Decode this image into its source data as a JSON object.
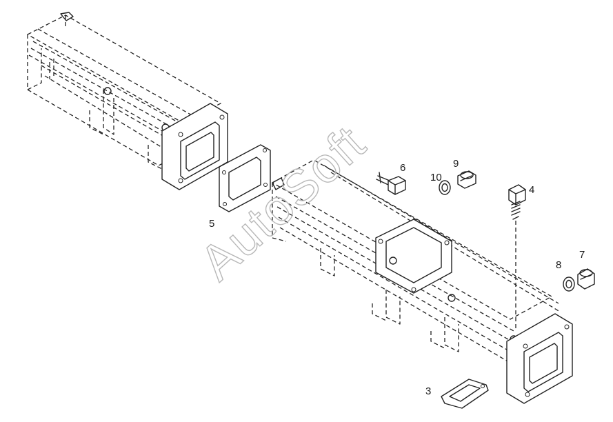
{
  "watermark": "AutoSoft",
  "callouts": [
    {
      "id": "callout-3",
      "text": "3"
    },
    {
      "id": "callout-4",
      "text": "4"
    },
    {
      "id": "callout-5",
      "text": "5"
    },
    {
      "id": "callout-6",
      "text": "6"
    },
    {
      "id": "callout-7",
      "text": "7"
    },
    {
      "id": "callout-8",
      "text": "8"
    },
    {
      "id": "callout-9",
      "text": "9"
    },
    {
      "id": "callout-10",
      "text": "10"
    }
  ]
}
